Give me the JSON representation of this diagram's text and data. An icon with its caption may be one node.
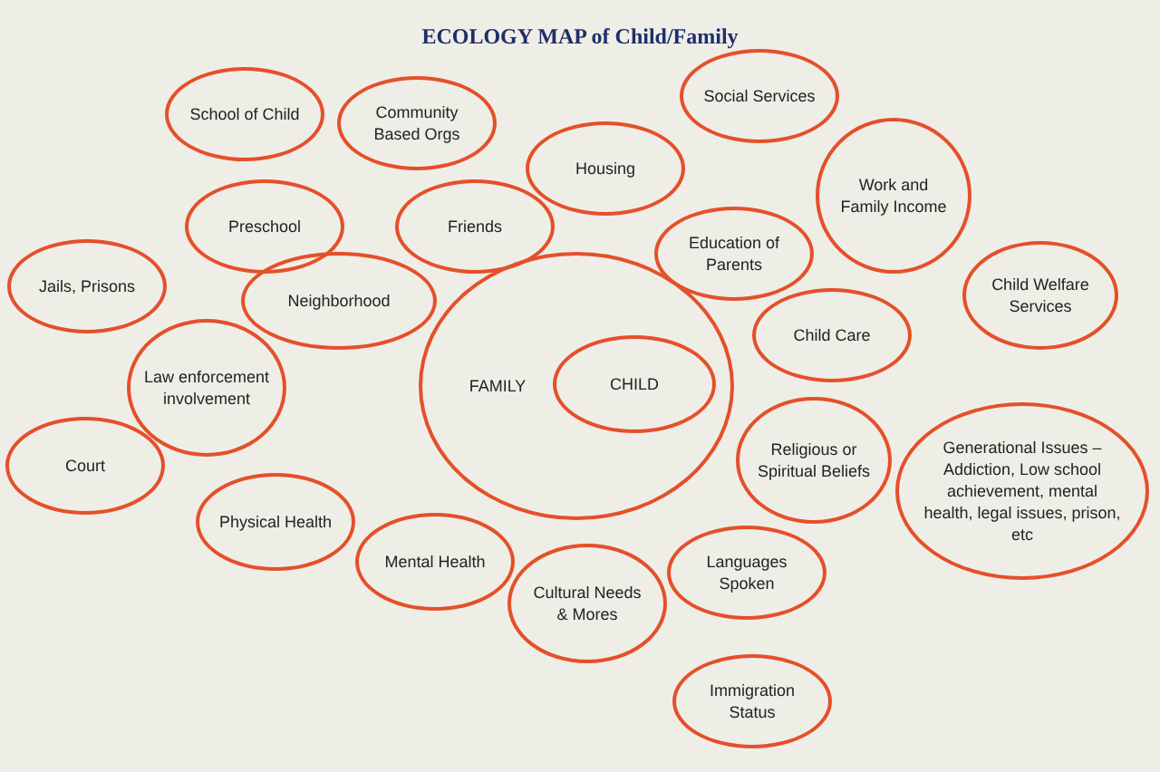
{
  "diagram": {
    "title": "ECOLOGY MAP of Child/Family",
    "nodes": [
      {
        "text": [
          "School of Child"
        ]
      },
      {
        "text": [
          "Community Based Orgs"
        ]
      },
      {
        "text": [
          "Social Services"
        ]
      },
      {
        "text": [
          "Housing"
        ]
      },
      {
        "text": [
          "Work and Family Income"
        ]
      },
      {
        "text": [
          "Preschool"
        ]
      },
      {
        "text": [
          "Friends"
        ]
      },
      {
        "text": [
          "Education of Parents"
        ]
      },
      {
        "text": [
          "Jails, Prisons"
        ]
      },
      {
        "text": [
          "Neighborhood"
        ]
      },
      {
        "text": [
          "Child Welfare Services"
        ]
      },
      {
        "text": [
          "Child Care"
        ]
      },
      {
        "text": [
          "Law enforcement involvement"
        ]
      },
      {
        "text": [
          "FAMILY"
        ]
      },
      {
        "text": [
          "CHILD"
        ],
        "in": 13
      },
      {
        "text": [
          "Court"
        ]
      },
      {
        "text": [
          "Religious or Spiritual Beliefs"
        ]
      },
      {
        "text": [
          "Generational Issues – Addiction, Low school achievement, mental health, legal issues, prison, etc"
        ]
      },
      {
        "text": [
          "Physical Health"
        ]
      },
      {
        "text": [
          "Mental Health"
        ]
      },
      {
        "text": [
          "Cultural Needs & Mores"
        ]
      },
      {
        "text": [
          "Languages Spoken"
        ]
      },
      {
        "text": [
          "Immigration Status"
        ]
      }
    ]
  }
}
